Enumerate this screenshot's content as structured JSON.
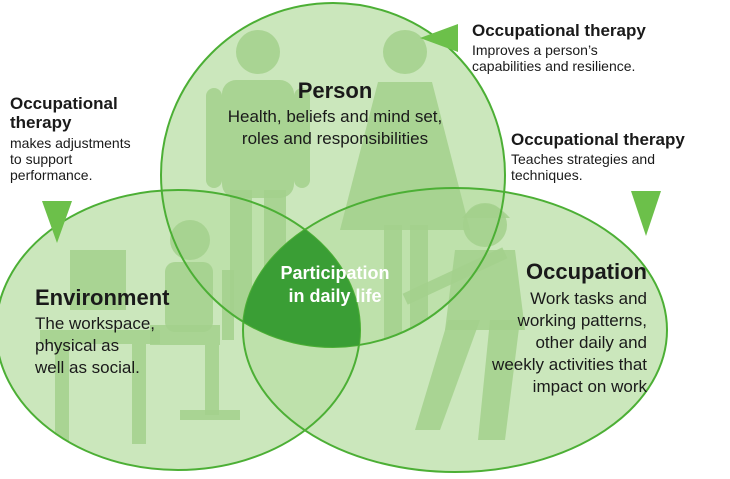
{
  "colors": {
    "circle_fill": "#b9dfa6",
    "circle_stroke": "#4caf35",
    "silhouette": "#a3d08c",
    "center_fill": "#3a9e35",
    "arrow": "#6cc04a"
  },
  "person": {
    "title": "Person",
    "description": [
      "Health, beliefs and mind set,",
      "roles and responsibilities"
    ],
    "ot_title": "Occupational therapy",
    "ot_description": [
      "Improves a person’s",
      "capabilities and resilience."
    ]
  },
  "environment": {
    "title": "Environment",
    "description": [
      "The workspace,",
      "physical as",
      "well as social."
    ],
    "ot_title": [
      "Occupational",
      "therapy"
    ],
    "ot_description": [
      "makes adjustments",
      "to support",
      "performance."
    ]
  },
  "occupation": {
    "title": "Occupation",
    "description": [
      "Work tasks and",
      "working patterns,",
      "other daily and",
      "weekly activities that",
      "impact on work"
    ],
    "ot_title": "Occupational therapy",
    "ot_description": [
      "Teaches strategies and",
      "techniques."
    ]
  },
  "center": {
    "label": [
      "Participation",
      "in daily life"
    ]
  },
  "icons": [
    "people-silhouette-icon",
    "desk-worker-silhouette-icon",
    "construction-worker-silhouette-icon"
  ]
}
